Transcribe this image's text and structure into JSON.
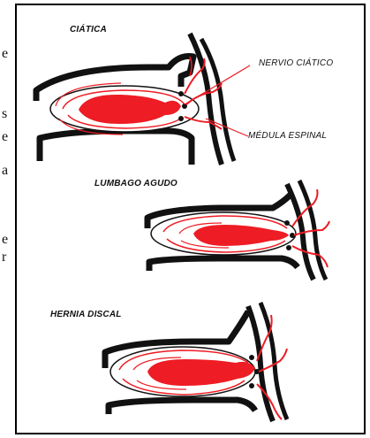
{
  "side_text": [
    "e",
    "s",
    "e",
    "a",
    "e",
    "r"
  ],
  "figures": [
    {
      "title": "CIÁTICA"
    },
    {
      "title": "LUMBAGO AGUDO"
    },
    {
      "title": "HERNIA DISCAL"
    }
  ],
  "labels": {
    "nerve": "NERVIO CIÁTICO",
    "cord": "MÉDULA ESPINAL"
  },
  "colors": {
    "inflammation": "#ee1c24",
    "outline": "#111111",
    "background": "#ffffff"
  }
}
